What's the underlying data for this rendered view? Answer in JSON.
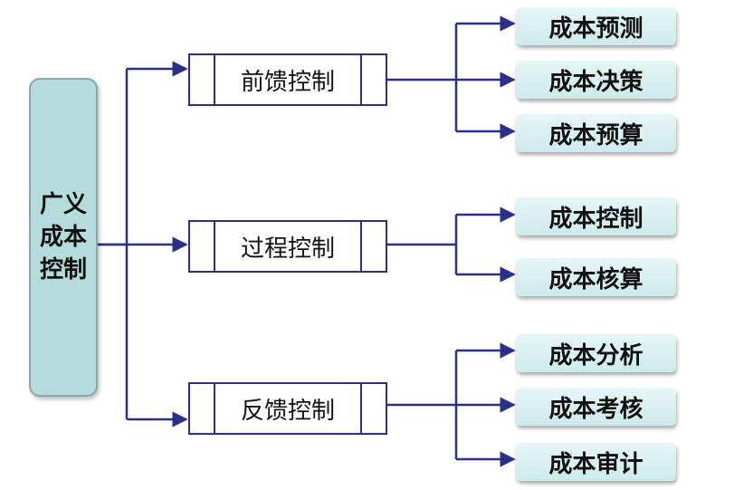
{
  "diagram": {
    "root": {
      "label": "广义成本控制"
    },
    "branches": [
      {
        "label": "前馈控制",
        "children": [
          "成本预测",
          "成本决策",
          "成本预算"
        ]
      },
      {
        "label": "过程控制",
        "children": [
          "成本控制",
          "成本核算"
        ]
      },
      {
        "label": "反馈控制",
        "children": [
          "成本分析",
          "成本考核",
          "成本审计"
        ]
      }
    ],
    "colors": {
      "connector": "#2b2f8a",
      "root_fill": "#b4dcdc",
      "leaf_fill": "#d9f0f0"
    }
  }
}
